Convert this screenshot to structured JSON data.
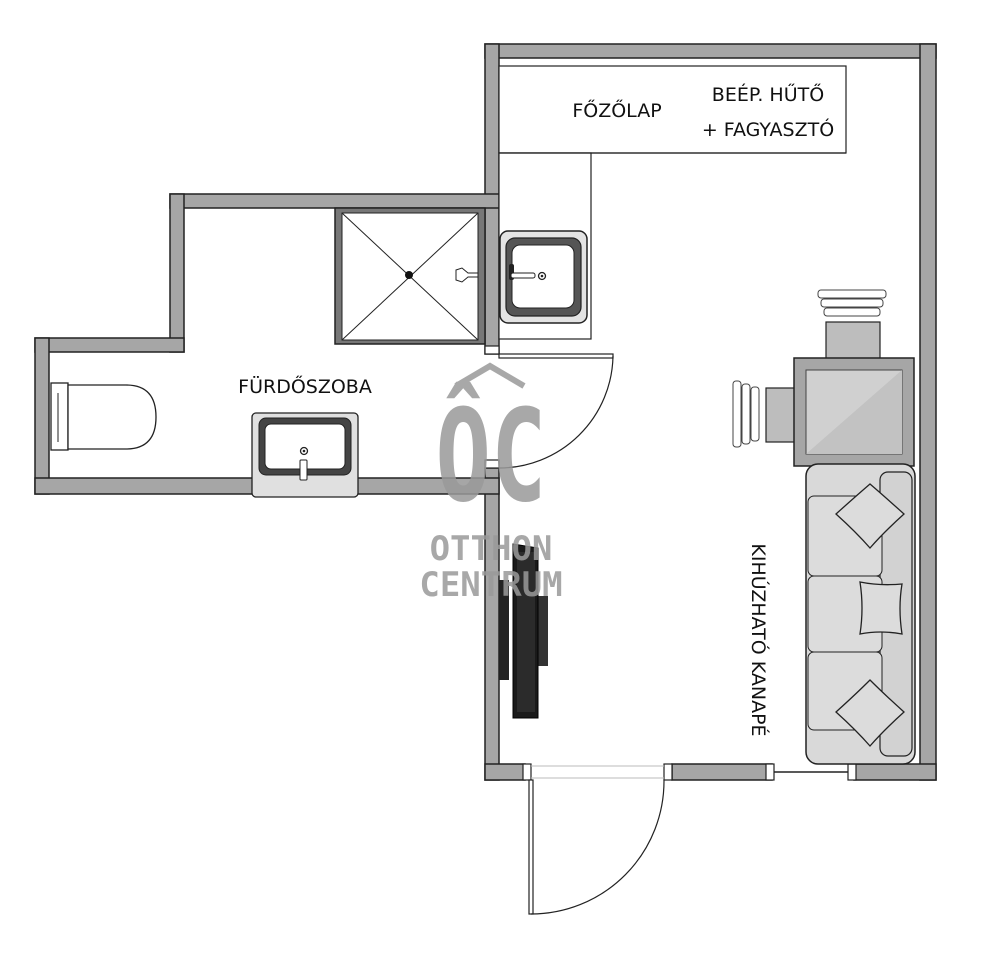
{
  "labels": {
    "cooktop": "FŐZŐLAP",
    "fridge_line1": "BEÉP. HŰTŐ",
    "fridge_line2": "+ FAGYASZTÓ",
    "bathroom": "FÜRDŐSZOBA",
    "sofa": "KIHÚZHATÓ KANAPÉ"
  },
  "watermark": {
    "logo": "ÔC",
    "line1": "OTTHON",
    "line2": "CENTRUM"
  },
  "colors": {
    "wall_fill": "#a6a6a6",
    "wall_stroke": "#222222",
    "furniture_fill": "#d9d9d9",
    "furniture_dark": "#1e1e1e",
    "watermark": "#9a9a9a"
  }
}
